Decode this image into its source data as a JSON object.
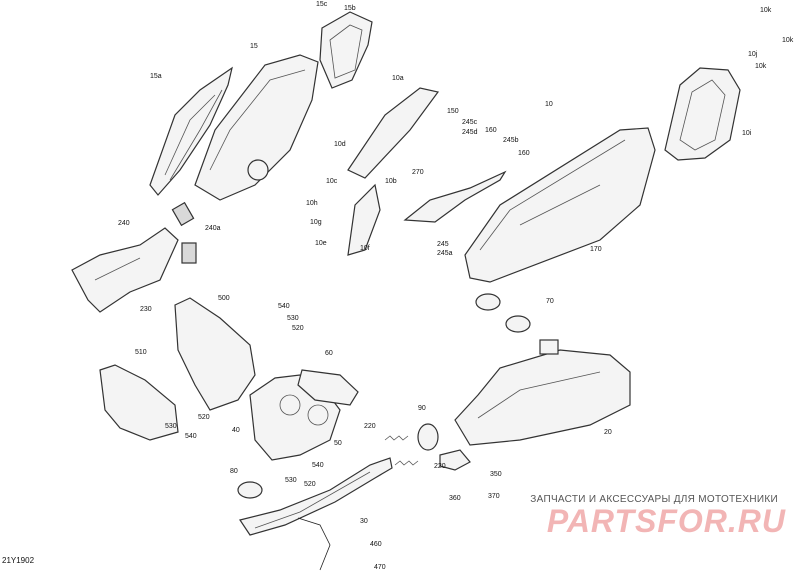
{
  "diagram": {
    "drawing_code": "21Y1902",
    "callouts": [
      "15c",
      "15b",
      "15",
      "15a",
      "10a",
      "10",
      "10k",
      "10j",
      "10k",
      "10k",
      "10i",
      "150",
      "245c",
      "245d",
      "160",
      "245b",
      "160",
      "10d",
      "10c",
      "10b",
      "270",
      "10h",
      "10g",
      "10e",
      "10f",
      "245",
      "245a",
      "170",
      "240",
      "240a",
      "230",
      "500",
      "540",
      "530",
      "520",
      "510",
      "60",
      "70",
      "90",
      "220",
      "220",
      "40",
      "50",
      "80",
      "540",
      "530",
      "520",
      "520",
      "530",
      "540",
      "350",
      "360",
      "370",
      "30",
      "460",
      "470",
      "20"
    ]
  },
  "watermark": {
    "caption": "ЗАПЧАСТИ И АКСЕССУАРЫ ДЛЯ МОТОТЕХНИКИ",
    "logo": "PARTSFOR.RU"
  }
}
